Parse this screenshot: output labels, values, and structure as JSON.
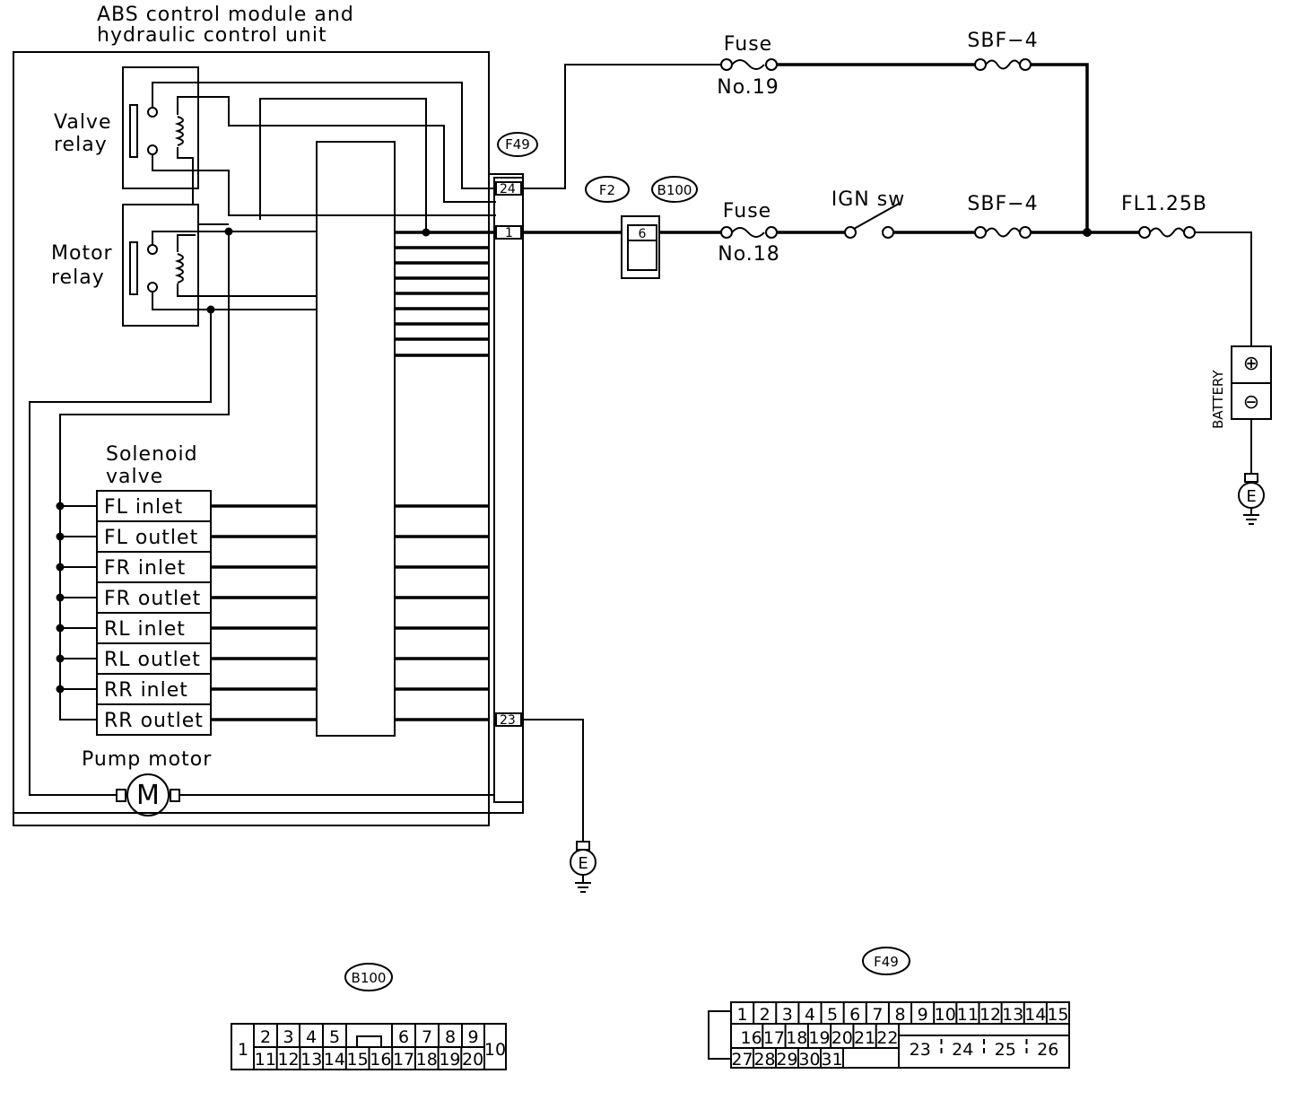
{
  "module": {
    "title_line1": "ABS control module and",
    "title_line2": "hydraulic control unit"
  },
  "valve_relay": {
    "line1": "Valve",
    "line2": "relay"
  },
  "motor_relay": {
    "line1": "Motor",
    "line2": "relay"
  },
  "solenoid": {
    "title_line1": "Solenoid",
    "title_line2": "valve",
    "valves": [
      "FL inlet",
      "FL outlet",
      "FR inlet",
      "FR outlet",
      "RL inlet",
      "RL outlet",
      "RR inlet",
      "RR outlet"
    ]
  },
  "pump": {
    "label": "Pump motor",
    "symbol": "M"
  },
  "connectors": {
    "f49": "F49",
    "f2": "F2",
    "b100": "B100",
    "pin_24": "24",
    "pin_1": "1",
    "pin_23": "23",
    "pin_6": "6"
  },
  "circuit": {
    "fuse_top": "Fuse",
    "fuse_top_no": "No.19",
    "sbf_top": "SBF−4",
    "fuse_bot": "Fuse",
    "fuse_bot_no": "No.18",
    "ign": "IGN sw",
    "sbf_bot": "SBF−4",
    "fl": "FL1.25B",
    "battery": "BATTERY",
    "plus": "⊕",
    "minus": "⊖",
    "ground": "E"
  },
  "b100_face": {
    "label": "B100",
    "pin_left": "1",
    "pin_right": "10",
    "top": [
      "2",
      "3",
      "4",
      "5",
      "6",
      "7",
      "8",
      "9"
    ],
    "bottom": [
      "11",
      "12",
      "13",
      "14",
      "15",
      "16",
      "17",
      "18",
      "19",
      "20"
    ]
  },
  "f49_face": {
    "label": "F49",
    "row1": [
      "1",
      "2",
      "3",
      "4",
      "5",
      "6",
      "7",
      "8",
      "9",
      "10",
      "11",
      "12",
      "13",
      "14",
      "15"
    ],
    "row2": [
      "16",
      "17",
      "18",
      "19",
      "20",
      "21",
      "22"
    ],
    "row3": [
      "27",
      "28",
      "29",
      "30",
      "31"
    ],
    "big": [
      "23",
      "24",
      "25",
      "26"
    ]
  }
}
